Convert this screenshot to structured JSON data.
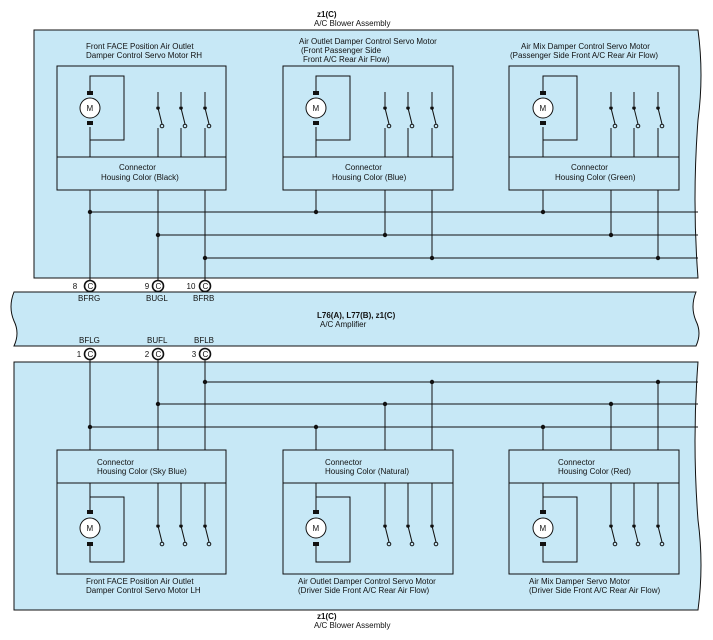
{
  "colors": {
    "panel": "#c7e8f6",
    "line": "#111111",
    "box": "#c7e8f6"
  },
  "top_header": {
    "code": "z1(C)",
    "name": "A/C Blower Assembly"
  },
  "bottom_header": {
    "code": "z1(C)",
    "name": "A/C Blower Assembly"
  },
  "amplifier": {
    "code": "L76(A), L77(B), z1(C)",
    "name": "A/C Amplifier"
  },
  "top_modules": [
    {
      "title_l1": "Front FACE Position Air Outlet",
      "title_l2": "Damper Control Servo Motor RH",
      "title_l3": "",
      "conn_l1": "Connector",
      "conn_l2": "Housing Color (Black)",
      "motor": "M"
    },
    {
      "title_l1": "Air Outlet Damper Control Servo Motor",
      "title_l2": "(Front Passenger Side",
      "title_l3": "Front A/C Rear Air Flow)",
      "conn_l1": "Connector",
      "conn_l2": "Housing Color (Blue)",
      "motor": "M"
    },
    {
      "title_l1": "Air Mix Damper Control Servo Motor",
      "title_l2": "(Passenger Side Front A/C Rear Air Flow)",
      "title_l3": "",
      "conn_l1": "Connector",
      "conn_l2": "Housing Color (Green)",
      "motor": "M"
    }
  ],
  "bottom_modules": [
    {
      "title_l1": "Front FACE Position Air Outlet",
      "title_l2": "Damper Control Servo Motor LH",
      "conn_l1": "Connector",
      "conn_l2": "Housing Color (Sky Blue)",
      "motor": "M"
    },
    {
      "title_l1": "Air Outlet Damper Control Servo Motor",
      "title_l2": "(Driver Side Front A/C Rear Air Flow)",
      "conn_l1": "Connector",
      "conn_l2": "Housing Color (Natural)",
      "motor": "M"
    },
    {
      "title_l1": "Air Mix Damper Servo Motor",
      "title_l2": "(Driver Side Front A/C Rear Air Flow)",
      "conn_l1": "Connector",
      "conn_l2": "Housing Color (Red)",
      "motor": "M"
    }
  ],
  "top_terminals": [
    {
      "pin": "8",
      "conn": "C",
      "signal": "BFRG"
    },
    {
      "pin": "9",
      "conn": "C",
      "signal": "BUGL"
    },
    {
      "pin": "10",
      "conn": "C",
      "signal": "BFRB"
    }
  ],
  "bottom_terminals": [
    {
      "pin": "1",
      "conn": "C",
      "signal": "BFLG"
    },
    {
      "pin": "2",
      "conn": "C",
      "signal": "BUFL"
    },
    {
      "pin": "3",
      "conn": "C",
      "signal": "BFLB"
    }
  ]
}
